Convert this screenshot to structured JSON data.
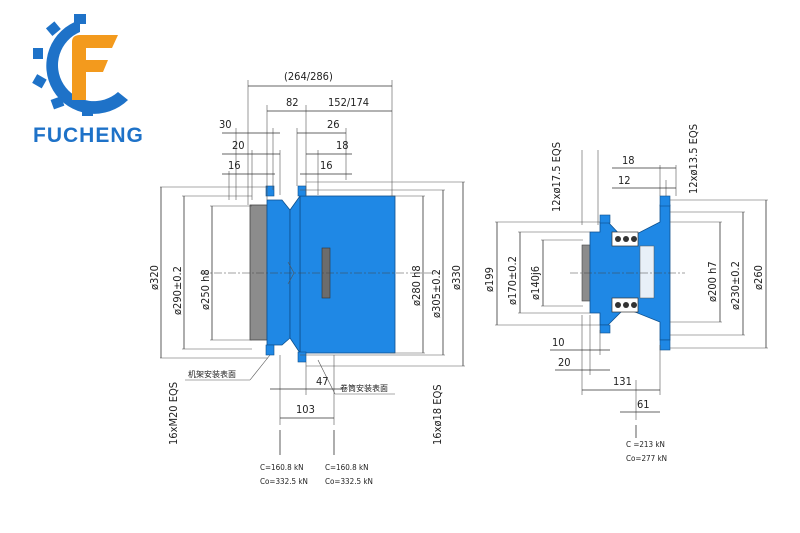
{
  "brand": {
    "name": "FUCHENG",
    "logo_letter": "F",
    "colors": {
      "blue": "#1e72c8",
      "orange": "#f39a1d",
      "part": "#1f88e5",
      "gray": "#8c8c8c"
    }
  },
  "left": {
    "top_dims": [
      "(264/286)",
      "82",
      "152/174",
      "30",
      "26",
      "20",
      "18",
      "16",
      "16"
    ],
    "left_dims": [
      "ø320",
      "ø290±0.2",
      "ø250 h8",
      "16xM20 EQS"
    ],
    "right_dims": [
      "ø280 h8",
      "ø305±0.2",
      "ø330",
      "16xø18 EQS"
    ],
    "bottom_dims": [
      "47",
      "103"
    ],
    "label_frame": "机架安装表面",
    "label_drum": "卷筒安装表面",
    "load_left_c": "C=160.8 kN",
    "load_left_co": "Co=332.5 kN",
    "load_right_c": "C=160.8 kN",
    "load_right_co": "Co=332.5 kN"
  },
  "right": {
    "top_dims": [
      "12xø17.5 EQS",
      "18",
      "12",
      "12xø13.5 EQS"
    ],
    "left_dims": [
      "ø199",
      "ø170±0.2",
      "ø140j6"
    ],
    "right_dims": [
      "ø200 h7",
      "ø230±0.2",
      "ø260"
    ],
    "bottom_dims": [
      "10",
      "20",
      "131",
      "61"
    ],
    "load_c": "C =213 kN",
    "load_co": "Co=277 kN"
  }
}
